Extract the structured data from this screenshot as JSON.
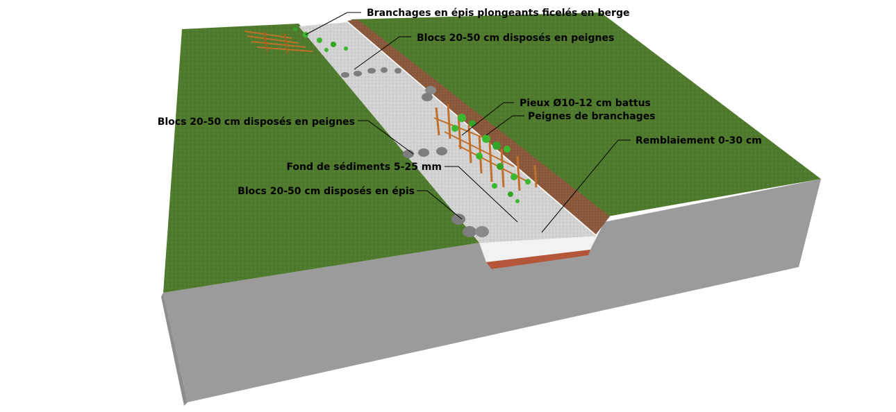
{
  "labels": {
    "branchages_epis": "Branchages en épis plongeants ficelés en berge",
    "blocs_peignes_top": "Blocs 20-50 cm disposés en peignes",
    "pieux": "Pieux Ø10-12 cm battus",
    "peignes_branchages": "Peignes de branchages",
    "remblaiement": "Remblaiement 0-30 cm",
    "blocs_peignes_left": "Blocs 20-50 cm disposés en peignes",
    "fond_sediments": "Fond de sédiments 5-25 mm",
    "blocs_epis": "Blocs 20-50 cm disposés en épis"
  },
  "colors": {
    "grass": "#4f7a2e",
    "grass_dark": "#3f6624",
    "soil_block": "#9a9a9a",
    "soil_block_side": "#8a8a8a",
    "bank_earth": "#8b5a3c",
    "gravel_bed": "#cfcfcf",
    "fill_layer": "#b5563a",
    "white_layer": "#f2f2f2",
    "stake_wood": "#c0702a",
    "foliage": "#3cb82e",
    "stone": "#7d7d7d"
  }
}
